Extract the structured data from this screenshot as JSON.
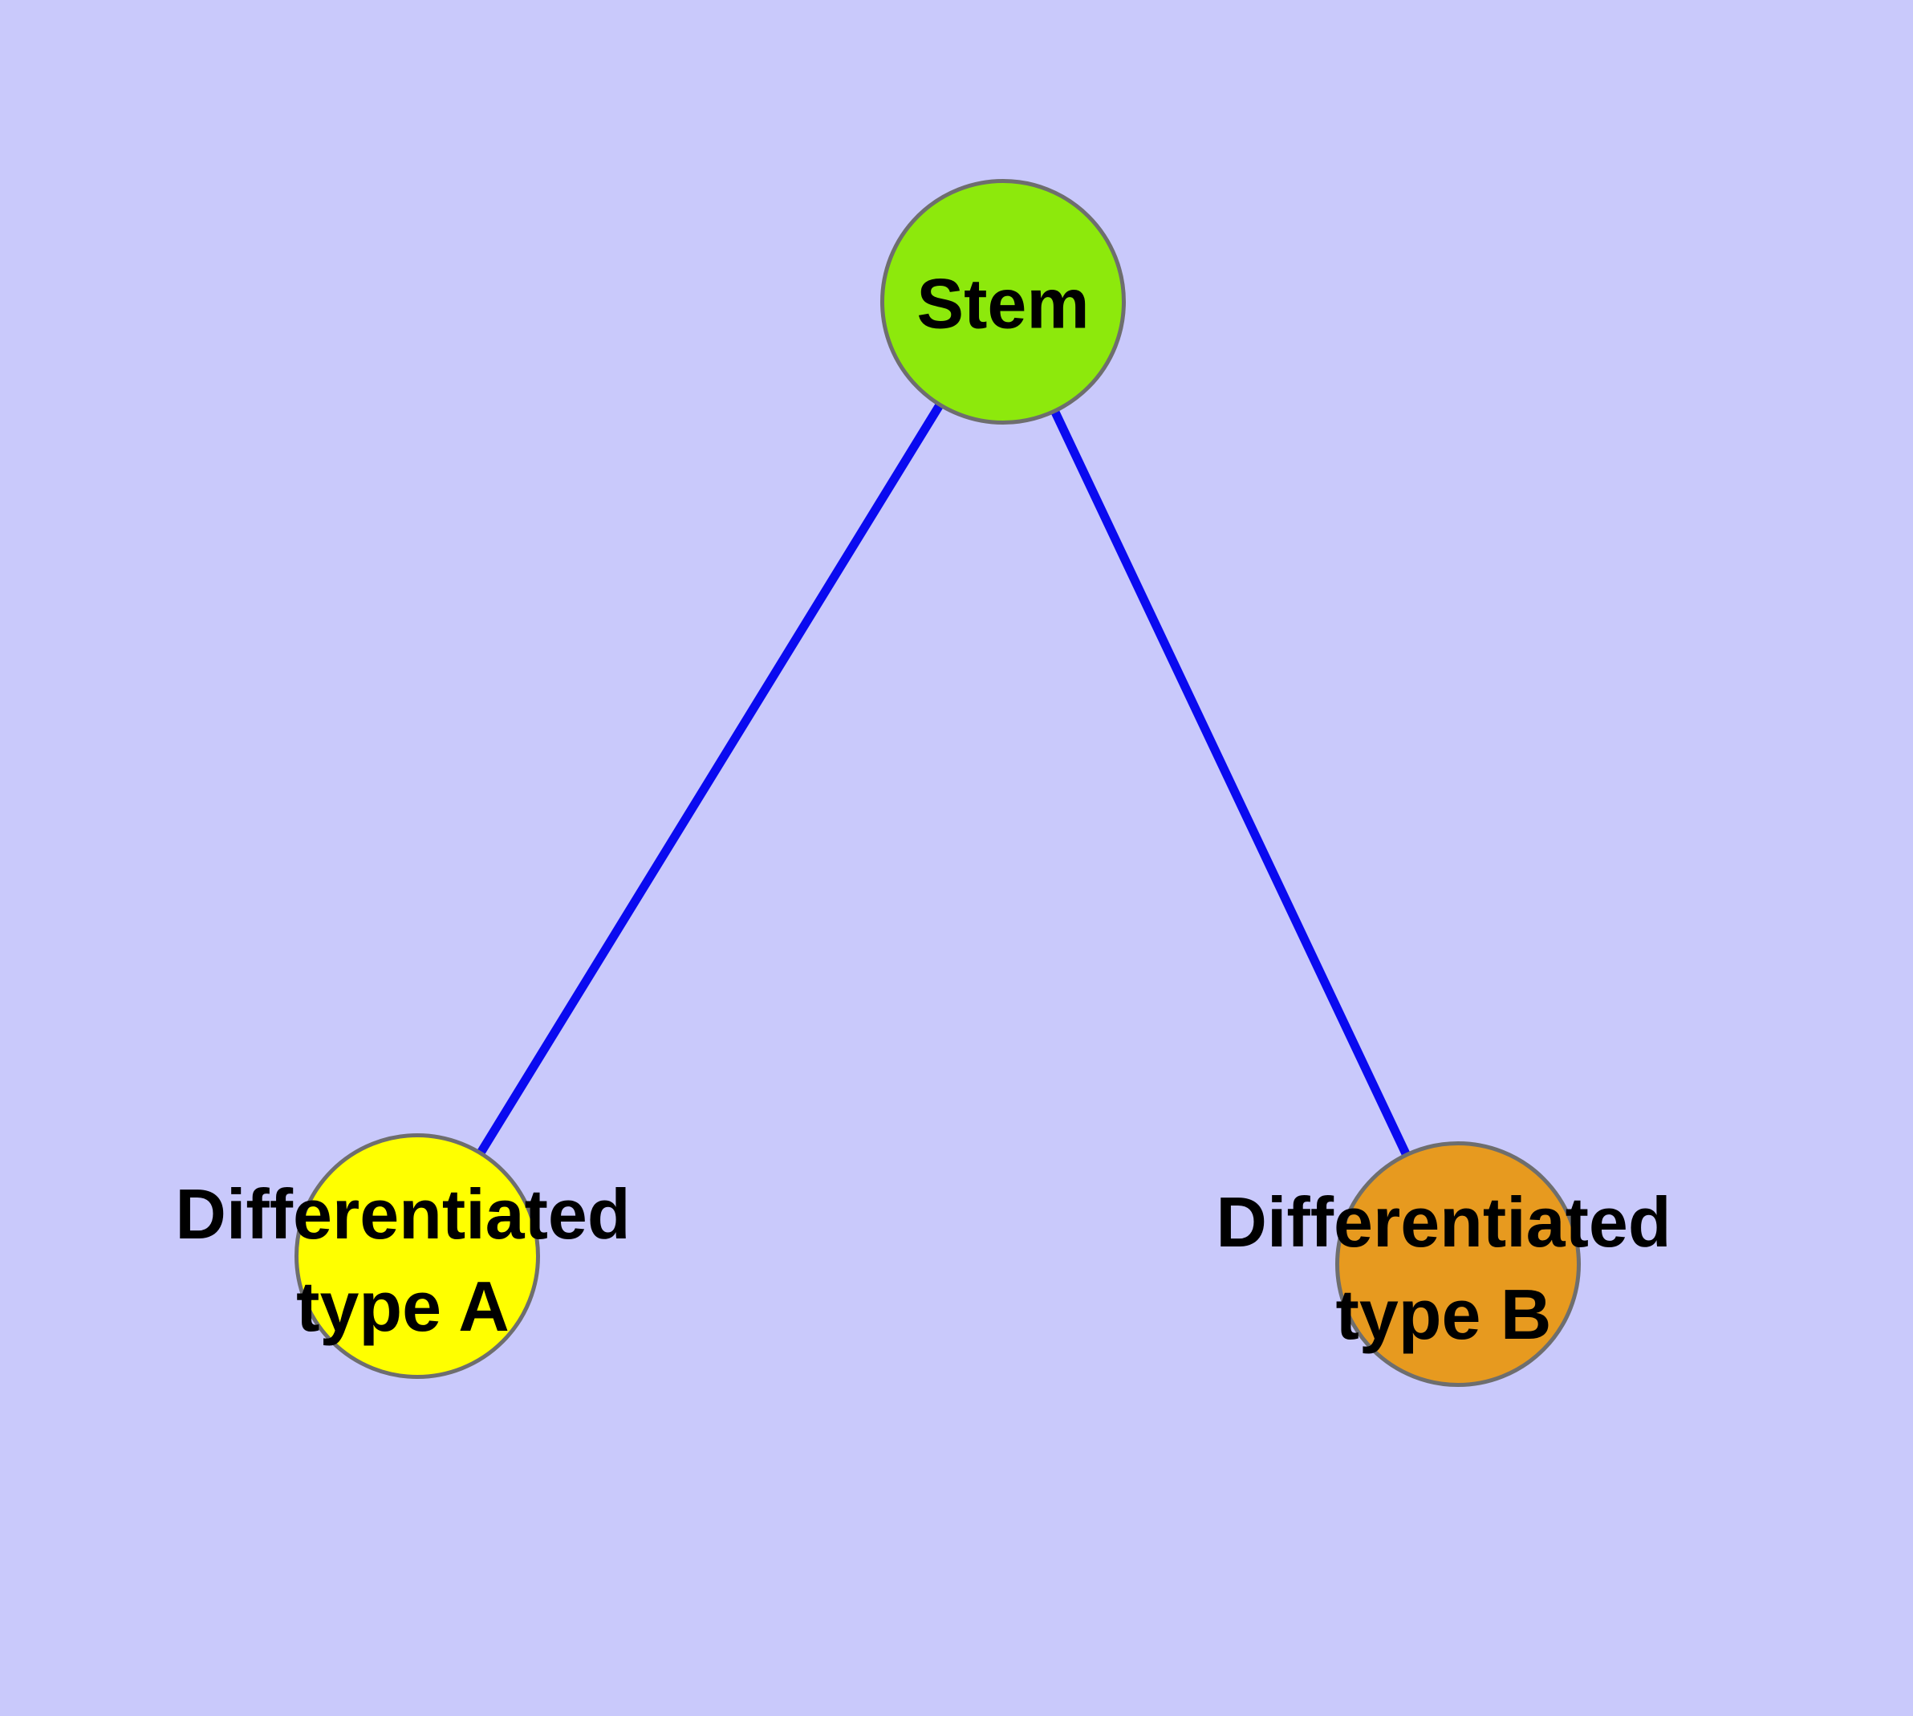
{
  "diagram": {
    "type": "graph",
    "background_color": "#C9C9FB",
    "edge_color": "#0A0AF0",
    "node_border_color": "#6E6E6E",
    "label_color": "#000000",
    "nodes": {
      "stem": {
        "label": "Stem",
        "fill": "#8DE90C",
        "shape": "circle"
      },
      "type_a": {
        "label_line1": "Differentiated",
        "label_line2": "type A",
        "fill": "#FFFF00",
        "shape": "circle"
      },
      "type_b": {
        "label_line1": "Differentiated",
        "label_line2": "type B",
        "fill": "#E79A1F",
        "shape": "circle"
      }
    },
    "edges": [
      {
        "from": "Stem",
        "to": "Differentiated type A",
        "color": "#0A0AF0"
      },
      {
        "from": "Stem",
        "to": "Differentiated type B",
        "color": "#0A0AF0"
      }
    ]
  }
}
